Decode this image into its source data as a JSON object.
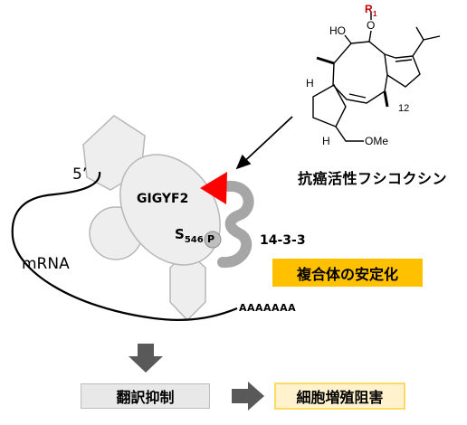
{
  "labels": {
    "five_prime": "5’",
    "mrna": "mRNA",
    "poly_a": "AAAAAAA",
    "gigyf2": "GIGYF2",
    "serine": "S",
    "serine_pos": "546",
    "phospho": "P",
    "protein_1433": "14-3-3",
    "compound_name": "抗癌活性フシコクシン",
    "complex_stabilization": "複合体の安定化",
    "translation_repression": "翻訳抑制",
    "growth_inhibition": "細胞増殖阻害"
  },
  "structure": {
    "substituent": "R",
    "substituent_sub": "1",
    "ho": "HO",
    "o": "O",
    "h_upper": "H",
    "h_lower": "H",
    "ome": "OMe",
    "c12": "12"
  },
  "colors": {
    "triangle": "#ff0000",
    "complex_box": "#ffc000",
    "growth_box_fill": "#fff2cc",
    "growth_box_border": "#ffd966",
    "translation_box": "#e8e8e8",
    "protein_fill": "#eeeeee",
    "protein_stroke": "#b7b7b7",
    "arrow_gray": "#595959",
    "r1_red": "#c00000"
  }
}
